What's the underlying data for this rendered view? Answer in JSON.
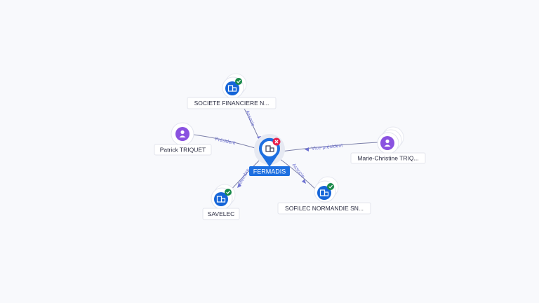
{
  "center": {
    "label": "FERMADIS",
    "icon": "building-icon",
    "badge": "close-icon",
    "badge_color": "#e8224e",
    "color": "#1d6fe0"
  },
  "nodes": [
    {
      "id": "sfn",
      "label": "SOCIETE FINANCIERE N...",
      "kind": "company",
      "icon": "building-icon",
      "badge": "check-icon"
    },
    {
      "id": "pt",
      "label": "Patrick TRIQUET",
      "kind": "person",
      "icon": "person-icon"
    },
    {
      "id": "mct",
      "label": "Marie-Christine TRIQ...",
      "kind": "person",
      "icon": "person-icon"
    },
    {
      "id": "sav",
      "label": "SAVELEC",
      "kind": "company",
      "icon": "building-icon",
      "badge": "check-icon"
    },
    {
      "id": "sns",
      "label": "SOFILEC NORMANDIE SN...",
      "kind": "company",
      "icon": "building-icon",
      "badge": "check-icon"
    }
  ],
  "edges": [
    {
      "to": "sfn",
      "label": "Associe"
    },
    {
      "to": "pt",
      "label": "Président"
    },
    {
      "to": "mct",
      "label": "Vice-président"
    },
    {
      "to": "sav",
      "label": "Membre"
    },
    {
      "to": "sns",
      "label": "Associe"
    }
  ],
  "colors": {
    "company": "#1565d8",
    "person": "#8a52e0",
    "verified": "#1a8a4a",
    "edge_label": "#6f73d2"
  }
}
